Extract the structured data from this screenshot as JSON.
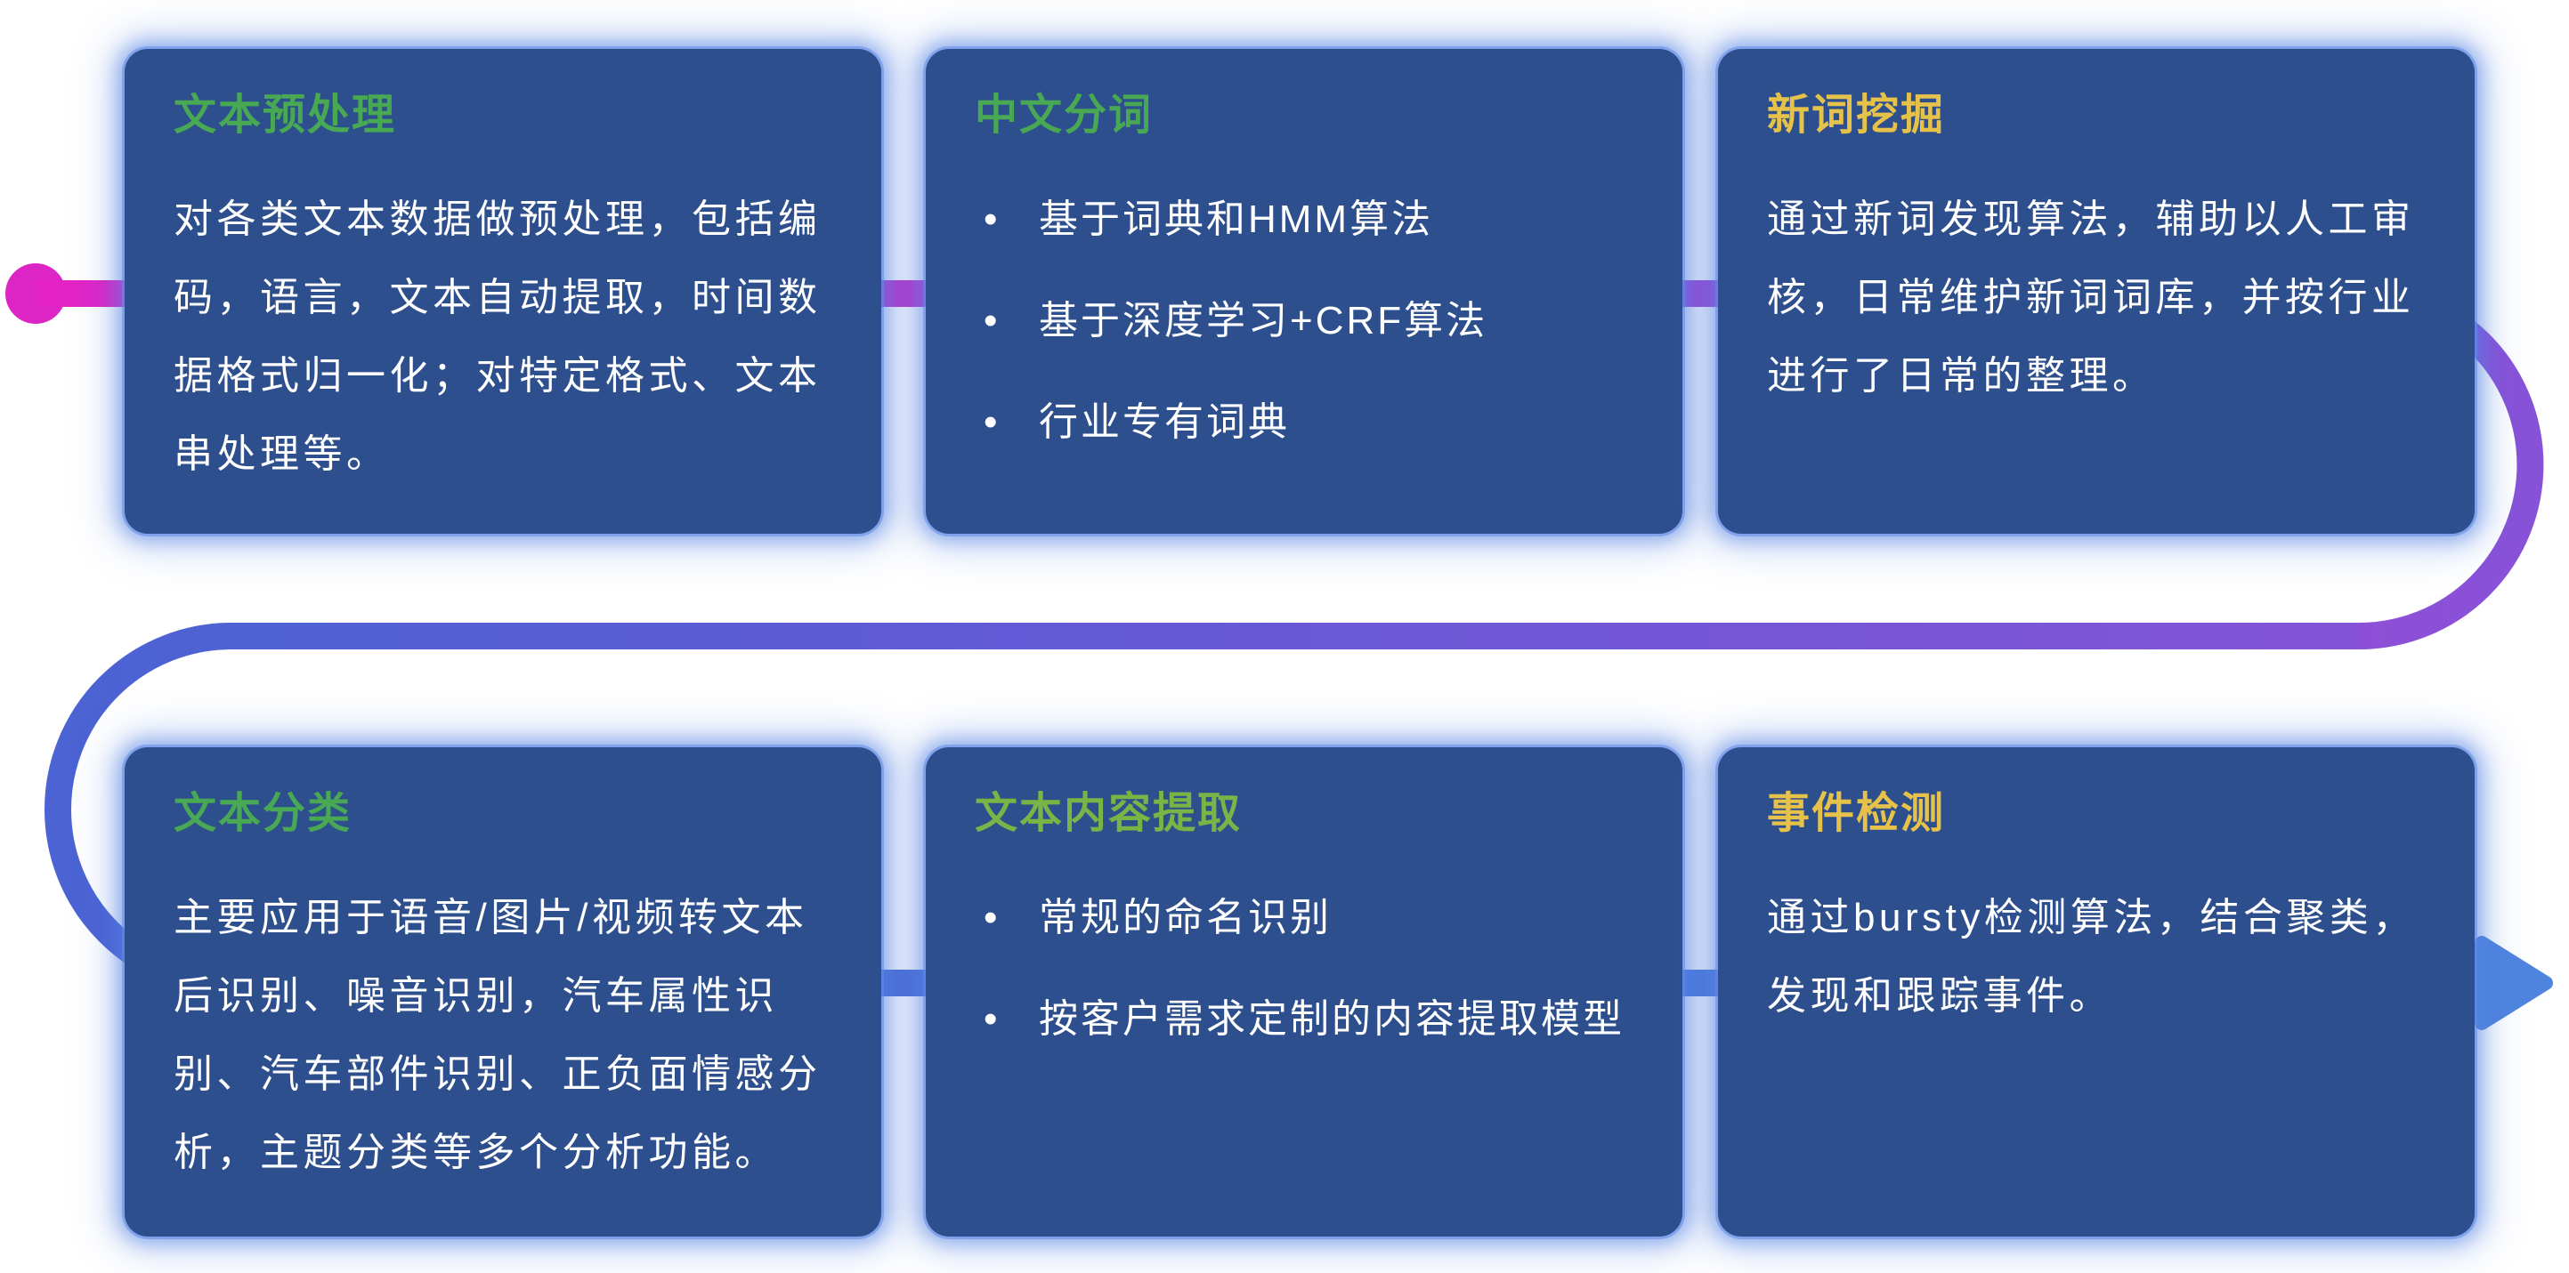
{
  "diagram": {
    "cards": [
      {
        "title": "文本预处理",
        "title_color": "#48a854",
        "body": "对各类文本数据做预处理，包括编码，语言，文本自动提取，时间数据格式归一化；对特定格式、文本串处理等。"
      },
      {
        "title": "中文分词",
        "title_color": "#48a854",
        "bullets": [
          "基于词典和HMM算法",
          "基于深度学习+CRF算法",
          "行业专有词典"
        ]
      },
      {
        "title": "新词挖掘",
        "title_color": "#e6c24a",
        "body": "通过新词发现算法，辅助以人工审核，日常维护新词词库，并按行业进行了日常的整理。"
      },
      {
        "title": "文本分类",
        "title_color": "#48a854",
        "body": "主要应用于语音/图片/视频转文本后识别、噪音识别，汽车属性识别、汽车部件识别、正负面情感分析，主题分类等多个分析功能。"
      },
      {
        "title": "文本内容提取",
        "title_color": "#79b447",
        "bullets": [
          "常规的命名识别",
          "按客户需求定制的内容提取模型"
        ]
      },
      {
        "title": "事件检测",
        "title_color": "#e6c24a",
        "body": "通过bursty检测算法，结合聚类，发现和跟踪事件。"
      }
    ],
    "colors": {
      "card_bg": "#2e4f8d",
      "card_glow": "#5482e2",
      "title_green": "#48a854",
      "title_lime": "#79b447",
      "title_yellow": "#e6c24a",
      "body_text": "#ffffff",
      "flow_magenta": "#e522c5",
      "flow_purple": "#8852d8",
      "flow_indigo": "#4b63d3",
      "flow_blue": "#4f84de"
    }
  }
}
